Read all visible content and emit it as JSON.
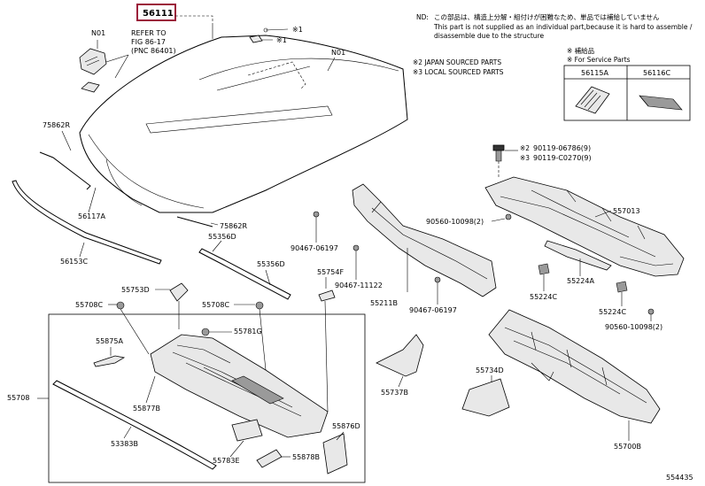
{
  "highlight_color": "#9b1c3a",
  "title_part": "56111",
  "notes": {
    "nd_label": "ND:",
    "nd_jp": "この部品は、構造上分解・組付けが困難なため、単品では補給していません",
    "nd_en_1": "This part is not supplied as an individual part,because it is hard to assemble /",
    "nd_en_2": "disassemble due to the structure",
    "star1_label": "※ 補給品",
    "star1_en": "※ For Service Parts",
    "star2": "※2 JAPAN SOURCED PARTS",
    "star3": "※3 LOCAL SOURCED PARTS"
  },
  "refer": {
    "line1": "REFER TO",
    "line2": "FIG 86-17",
    "line3": "(PNC 86401)"
  },
  "service_parts": [
    {
      "label": "56115A"
    },
    {
      "label": "56116C"
    }
  ],
  "labels": {
    "n01_left": "N01",
    "n01_right": "N01",
    "star1_a": "※1",
    "star1_b": "※1",
    "p75862r_top": "75862R",
    "p75862r_bot": "75862R",
    "p56117a": "56117A",
    "p55356d": "55356D",
    "p56153c": "56153C",
    "p55356d_b": "55356D",
    "p55753d": "55753D",
    "p55708c_l": "55708C",
    "p55708c_r": "55708C",
    "p55754f": "55754F",
    "p55781g": "55781G",
    "p55875a": "55875A",
    "p55708": "55708",
    "p55877b": "55877B",
    "p53383b": "53383B",
    "p55783e": "55783E",
    "p55878b": "55878B",
    "p55876d": "55876D",
    "p90467_06197_a": "90467-06197",
    "p90467_11122": "90467-11122",
    "p55211b": "55211B",
    "p90467_06197_b": "90467-06197",
    "p55737b": "55737B",
    "p55734d": "55734D",
    "p55700b": "55700B",
    "p90119_06786": "90119-06786(9)",
    "p90119_c0270": "90119-C0270(9)",
    "star2": "※2",
    "star3": "※3",
    "p90560_10098_a": "90560-10098(2)",
    "p55701j": "557013",
    "p55224a": "55224A",
    "p55224c_a": "55224C",
    "p55224c_b": "55224C",
    "p90560_10098_b": "90560-10098(2)",
    "fig_code": "554435"
  }
}
